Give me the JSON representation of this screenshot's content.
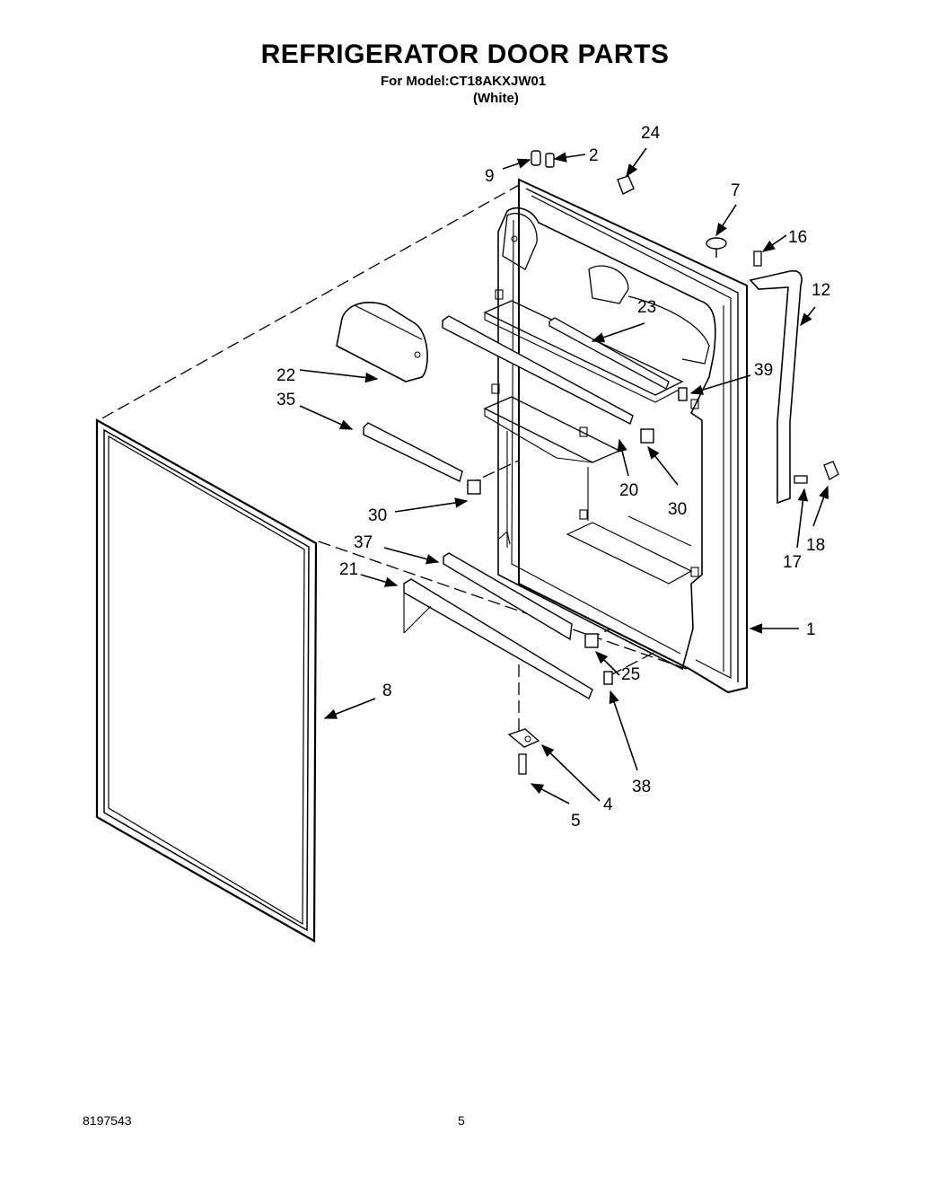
{
  "header": {
    "title": "REFRIGERATOR DOOR PARTS",
    "model_line": "For Model:CT18AKXJW01",
    "color_line": "(White)"
  },
  "callouts": {
    "c1": "1",
    "c2": "2",
    "c4": "4",
    "c5": "5",
    "c7": "7",
    "c8": "8",
    "c9": "9",
    "c12": "12",
    "c16": "16",
    "c17": "17",
    "c18": "18",
    "c20": "20",
    "c21": "21",
    "c22": "22",
    "c23": "23",
    "c24": "24",
    "c25": "25",
    "c30a": "30",
    "c30b": "30",
    "c35": "35",
    "c37": "37",
    "c38": "38",
    "c39": "39"
  },
  "footer": {
    "doc_number": "8197543",
    "page_number": "5"
  }
}
